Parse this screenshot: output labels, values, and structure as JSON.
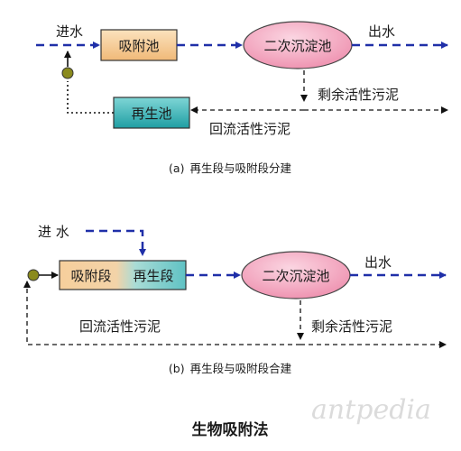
{
  "diagram_a": {
    "inlet": "进水",
    "adsorption_tank": "吸附池",
    "secondary_clarifier": "二次沉淀池",
    "outlet": "出水",
    "regeneration_tank": "再生池",
    "excess_sludge": "剩余活性污泥",
    "return_sludge": "回流活性污泥",
    "caption_prefix": "(a)",
    "caption_text": "再生段与吸附段分建"
  },
  "diagram_b": {
    "inlet": "进 水",
    "adsorption_section": "吸附段",
    "regeneration_section": "再生段",
    "secondary_clarifier": "二次沉淀池",
    "outlet": "出水",
    "return_sludge": "回流活性污泥",
    "excess_sludge": "剩余活性污泥",
    "caption_prefix": "(b)",
    "caption_text": "再生段与吸附段合建"
  },
  "figure_title": "生物吸附法",
  "watermark": "antpedia",
  "colors": {
    "flow_line": "#1f2fa8",
    "sludge_line": "#111111",
    "adsorption_fill": "#f6cf9c",
    "regeneration_fill": "#3fb3b6",
    "clarifier_fill": "#f4a9bf",
    "pump_fill": "#8a8a1e"
  }
}
